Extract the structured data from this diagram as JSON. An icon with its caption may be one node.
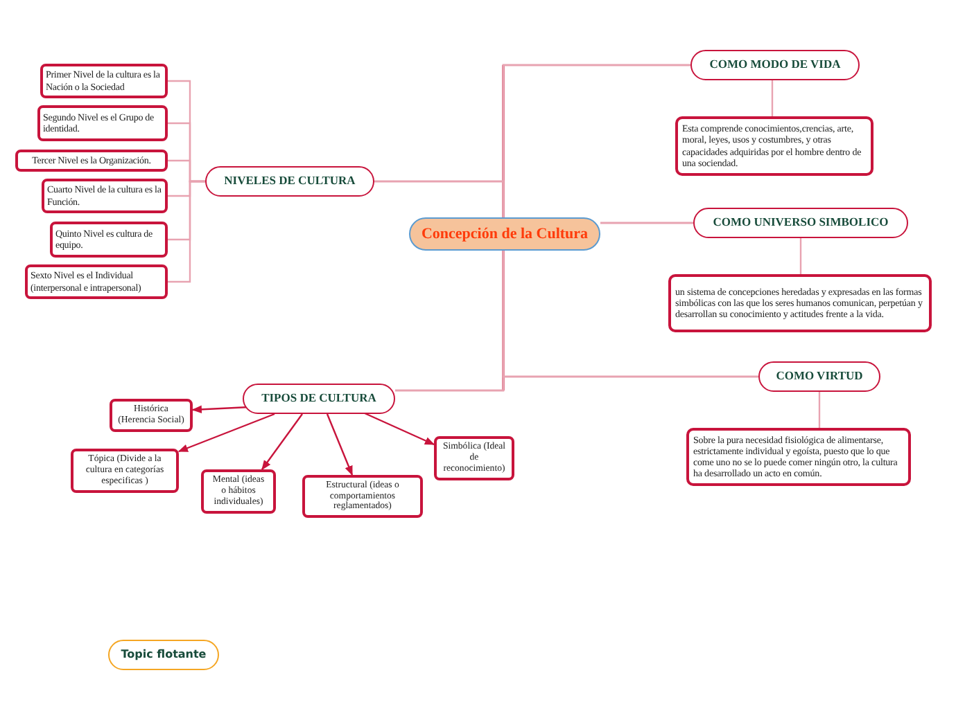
{
  "diagram": {
    "nodes": [
      {
        "text": [
          "Concepción de la Cultura"
        ]
      },
      {
        "text": [
          "COMO MODO DE VIDA"
        ]
      },
      {
        "text": [
          "Esta comprende conocimientos,crencias, arte, moral, leyes, usos y costumbres, y otras capacidades adquiridas por el hombre dentro de una sociendad."
        ]
      },
      {
        "text": [
          "COMO UNIVERSO SIMBOLICO"
        ]
      },
      {
        "text": [
          "un sistema de concepciones heredadas y expresadas en las formas simbólicas con las que los seres humanos comunican, perpetúan y desarrollan su conocimiento y actitudes frente a la vida."
        ]
      },
      {
        "text": [
          "COMO VIRTUD"
        ]
      },
      {
        "text": [
          "Sobre la pura necesidad fisiológica de alimentarse, estrictamente individual y egoísta, puesto que lo que come uno no se lo puede comer ningún otro, la cultura ha desarrollado un acto en común."
        ]
      },
      {
        "text": [
          "NIVELES DE CULTURA"
        ]
      },
      {
        "text": [
          "Primer Nivel de la cultura es la Nación o la Sociedad"
        ]
      },
      {
        "text": [
          "Segundo Nivel es el Grupo de identidad."
        ]
      },
      {
        "text": [
          "Tercer Nivel es la Organización."
        ]
      },
      {
        "text": [
          "Cuarto Nivel de la cultura es la Función."
        ]
      },
      {
        "text": [
          "Quinto Nivel es cultura de equipo."
        ]
      },
      {
        "text": [
          "Sexto Nivel es el Individual (interpersonal e intrapersonal)"
        ]
      },
      {
        "text": [
          "TIPOS DE CULTURA"
        ]
      },
      {
        "text": [
          "Histórica (Herencia Social)"
        ]
      },
      {
        "text": [
          "Tópica (Divide a la cultura en categorías especificas )"
        ]
      },
      {
        "text": [
          "Mental (ideas o hábitos individuales)"
        ]
      },
      {
        "text": [
          "Estructural (ideas o comportamientos reglamentados)"
        ]
      },
      {
        "text": [
          "Simbólica (Ideal de reconocimiento)"
        ]
      },
      {
        "text": [
          "Topic flotante"
        ]
      }
    ],
    "edges": [
      {
        "from": 0,
        "to": 1,
        "arrow": "none"
      },
      {
        "from": 1,
        "to": 2,
        "arrow": "none"
      },
      {
        "from": 0,
        "to": 3,
        "arrow": "none"
      },
      {
        "from": 3,
        "to": 4,
        "arrow": "none"
      },
      {
        "from": 0,
        "to": 5,
        "arrow": "none"
      },
      {
        "from": 5,
        "to": 6,
        "arrow": "none"
      },
      {
        "from": 0,
        "to": 7,
        "arrow": "none"
      },
      {
        "from": 7,
        "to": 8,
        "arrow": "none"
      },
      {
        "from": 7,
        "to": 9,
        "arrow": "none"
      },
      {
        "from": 7,
        "to": 10,
        "arrow": "none"
      },
      {
        "from": 7,
        "to": 11,
        "arrow": "none"
      },
      {
        "from": 7,
        "to": 12,
        "arrow": "none"
      },
      {
        "from": 7,
        "to": 13,
        "arrow": "none"
      },
      {
        "from": 0,
        "to": 14,
        "arrow": "none"
      },
      {
        "from": 14,
        "to": 15,
        "arrow": "to",
        "color": "#c8143c"
      },
      {
        "from": 14,
        "to": 16,
        "arrow": "to",
        "color": "#c8143c"
      },
      {
        "from": 14,
        "to": 17,
        "arrow": "to",
        "color": "#c8143c"
      },
      {
        "from": 14,
        "to": 18,
        "arrow": "to",
        "color": "#c8143c"
      },
      {
        "from": 14,
        "to": 19,
        "arrow": "to",
        "color": "#c8143c"
      }
    ]
  }
}
